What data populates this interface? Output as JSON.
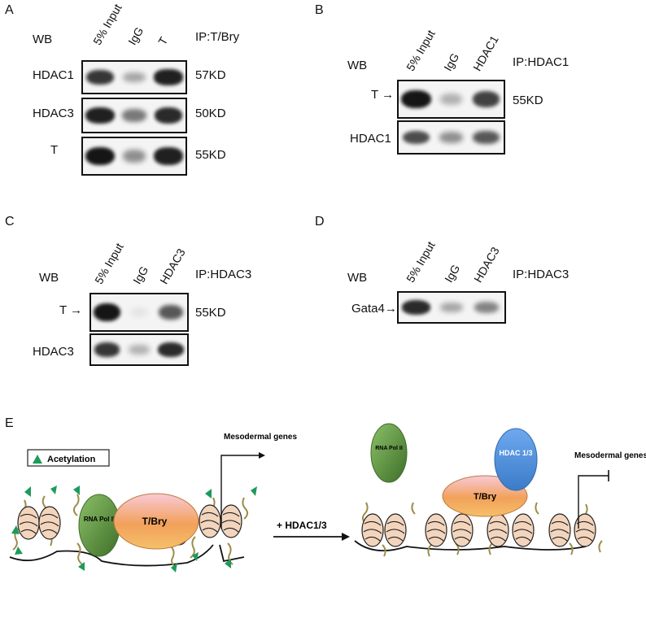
{
  "panels": {
    "A": {
      "letter": "A",
      "wb": "WB",
      "ip": "IP:T/Bry",
      "lanes": [
        "5% Input",
        "IgG",
        "T"
      ],
      "rows": [
        {
          "label": "HDAC1",
          "size": "57KD",
          "intensity": [
            0.85,
            0.35,
            0.95
          ]
        },
        {
          "label": "HDAC3",
          "size": "50KD",
          "intensity": [
            0.95,
            0.55,
            0.9
          ]
        },
        {
          "label": "T",
          "size": "55KD",
          "intensity": [
            1.0,
            0.45,
            0.95
          ]
        }
      ]
    },
    "B": {
      "letter": "B",
      "wb": "WB",
      "ip": "IP:HDAC1",
      "lanes": [
        "5% Input",
        "IgG",
        "HDAC1"
      ],
      "rows": [
        {
          "label": "T",
          "size": "55KD",
          "intensity": [
            1.0,
            0.3,
            0.8
          ]
        },
        {
          "label": "HDAC1",
          "size": "",
          "intensity": [
            0.75,
            0.45,
            0.7
          ]
        }
      ]
    },
    "C": {
      "letter": "C",
      "wb": "WB",
      "ip": "IP:HDAC3",
      "lanes": [
        "5% Input",
        "IgG",
        "HDAC3"
      ],
      "rows": [
        {
          "label": "T",
          "size": "55KD",
          "intensity": [
            1.0,
            0.05,
            0.7
          ]
        },
        {
          "label": "HDAC3",
          "size": "",
          "intensity": [
            0.85,
            0.3,
            0.9
          ]
        }
      ]
    },
    "D": {
      "letter": "D",
      "wb": "WB",
      "ip": "IP:HDAC3",
      "lanes": [
        "5% Input",
        "IgG",
        "HDAC3"
      ],
      "rows": [
        {
          "label": "Gata4",
          "size": "",
          "intensity": [
            0.9,
            0.35,
            0.5
          ]
        }
      ]
    }
  },
  "schematic": {
    "letter": "E",
    "legend": "Acetylation",
    "left_genes": "Mesodermal genes",
    "right_genes": "Mesodermal genes",
    "rna_pol_left": "RNA Pol II",
    "rna_pol_right": "RNA Pol II",
    "tbry_left": "T/Bry",
    "tbry_right": "T/Bry",
    "hdac": "HDAC 1/3",
    "arrow_label": "+ HDAC1/3",
    "colors": {
      "acetyl": "#1e9a5a",
      "nucleosome": "#f3d5bd",
      "rna_pol": "#5a8f3a",
      "tbry": "#f2a15a",
      "hdac": "#5b9bdc",
      "tail": "#9c8d4a"
    }
  }
}
